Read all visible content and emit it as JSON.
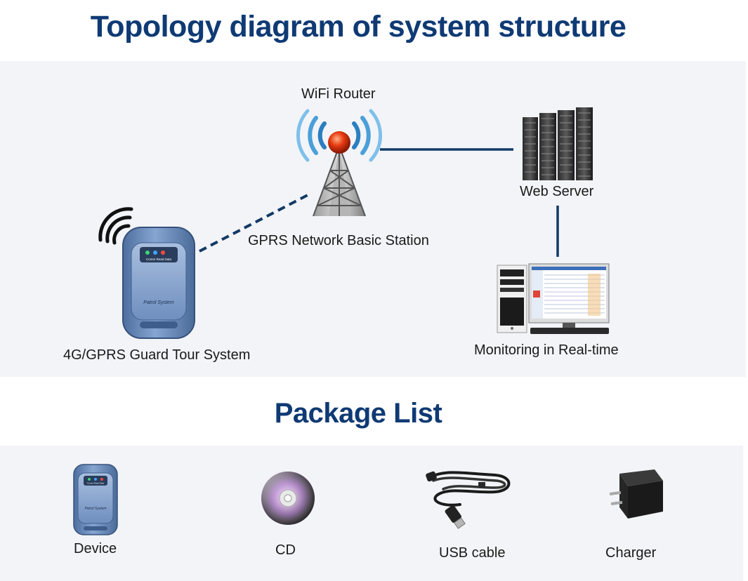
{
  "topology": {
    "title": "Topology diagram of system structure",
    "nodes": {
      "router": {
        "label": "WiFi Router"
      },
      "station": {
        "label": "GPRS Network Basic Station"
      },
      "server": {
        "label": "Web Server"
      },
      "monitor": {
        "label": "Monitoring in Real-time"
      },
      "device": {
        "label": "4G/GPRS Guard Tour System",
        "screen_text": "Patrol System",
        "led_text": "Comm Read Data"
      }
    },
    "links": [
      {
        "from": "device",
        "to": "station",
        "style": "dashed"
      },
      {
        "from": "station",
        "to": "server",
        "style": "solid"
      },
      {
        "from": "server",
        "to": "monitor",
        "style": "solid"
      }
    ]
  },
  "package": {
    "title": "Package List",
    "items": [
      {
        "label": "Device",
        "icon": "device-icon"
      },
      {
        "label": "CD",
        "icon": "cd-icon"
      },
      {
        "label": "USB cable",
        "icon": "usb-cable-icon"
      },
      {
        "label": "Charger",
        "icon": "charger-icon"
      }
    ]
  },
  "colors": {
    "title": "#0f3a74",
    "panel": "#f3f4f8",
    "device_blue": "#6d8fbf",
    "link": "#123a66"
  }
}
